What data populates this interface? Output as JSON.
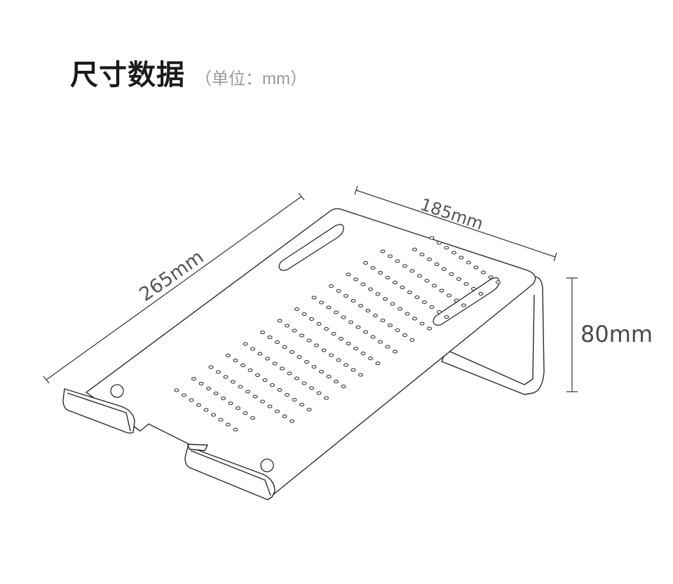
{
  "header": {
    "title": "尺寸数据",
    "unit": "（单位：mm）"
  },
  "dimensions": {
    "depth": "265mm",
    "width": "185mm",
    "height": "80mm"
  },
  "colors": {
    "line": "#2a2a2a",
    "dimension_line": "#333333",
    "title": "#1a1a1a",
    "unit": "#9a9a9a"
  },
  "vent_holes": {
    "rows": 15,
    "columns": 12
  }
}
